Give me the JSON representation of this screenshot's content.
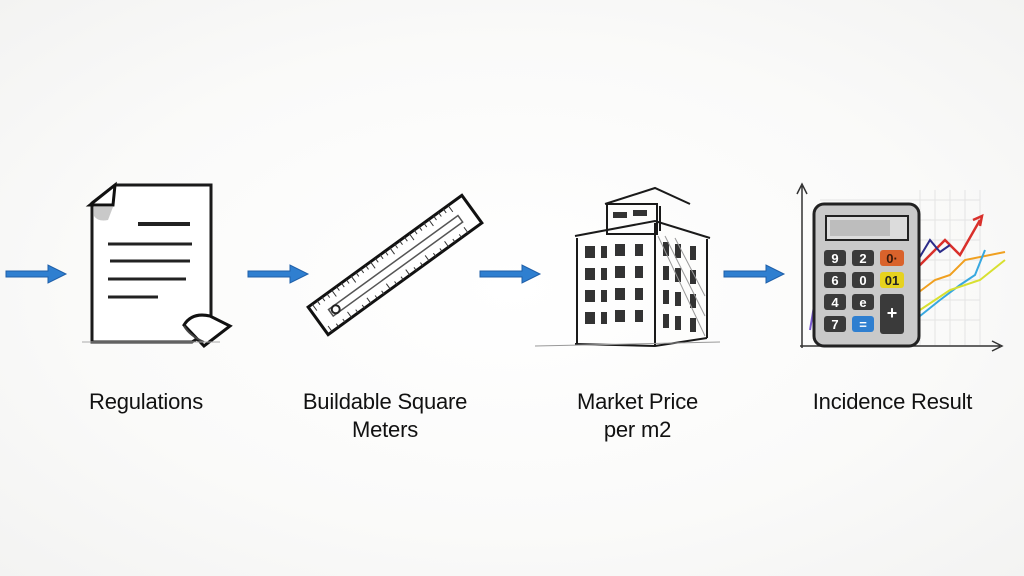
{
  "diagram": {
    "type": "process-flow",
    "arrow_color": "#2f7fd0",
    "steps": [
      {
        "label": "Regulations",
        "icon": "document-icon"
      },
      {
        "label": "Buildable Square\nMeters",
        "label_line1": "Buildable Square",
        "label_line2": "Meters",
        "icon": "ruler-icon"
      },
      {
        "label": "Market Price\nper m2",
        "label_line1": "Market Price",
        "label_line2": "per m2",
        "icon": "building-icon"
      },
      {
        "label": "Incidence Result",
        "icon": "calculator-chart-icon"
      }
    ],
    "calculator": {
      "keys": [
        "9",
        "2",
        "0·",
        "6",
        "0",
        "01",
        "4",
        "e",
        "+",
        "7",
        "="
      ],
      "key_colors": {
        "orange": "#d9622b",
        "yellow": "#e6d21f",
        "blue": "#2f7fd0",
        "dark": "#3a3a3a"
      }
    },
    "chart_line_colors": [
      "#d9302b",
      "#2c2c8a",
      "#f0a020",
      "#38a8e0",
      "#d8e030",
      "#7fc94a"
    ]
  }
}
